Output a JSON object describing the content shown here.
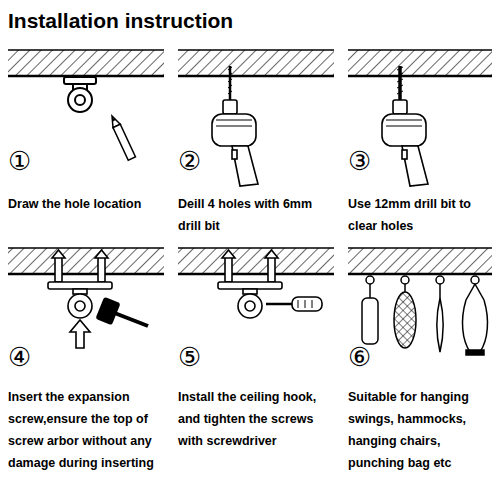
{
  "diagram": {
    "title": "Installation instruction",
    "labels": [
      "①",
      "Draw the hole location",
      "②",
      "Deill 4 holes with 6mm drill bit",
      "③",
      "Use 12mm drill bit to clear holes",
      "④",
      "Insert the expansion screw,ensure the top of screw arbor without any damage during inserting",
      "⑤",
      "Install the ceiling hook, and tighten the screws with screwdriver",
      "⑥",
      "Suitable for hanging swings, hammocks, hanging chairs, punching bag etc"
    ]
  }
}
